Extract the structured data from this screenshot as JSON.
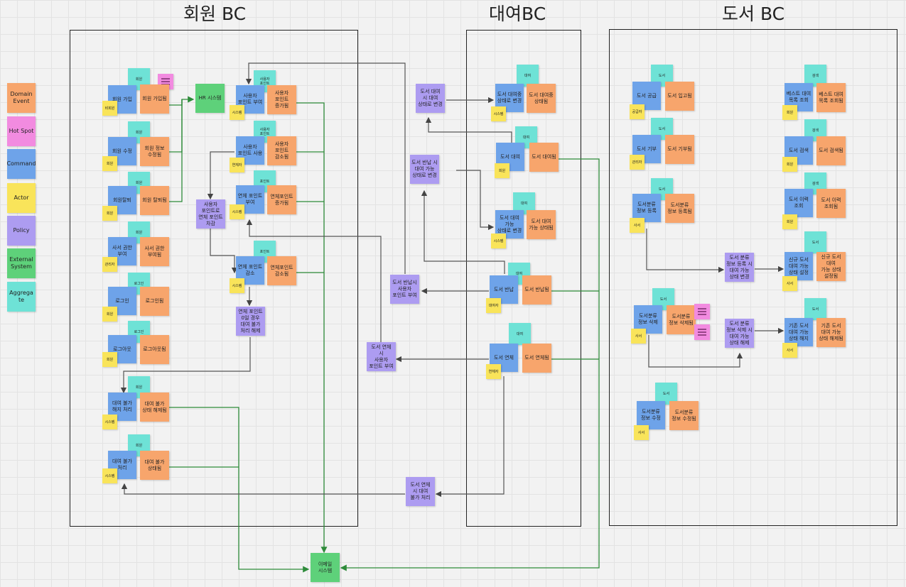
{
  "titles": {
    "member": "회원 BC",
    "rental": "대여BC",
    "book": "도서 BC"
  },
  "legend": {
    "domain_event": "Domain\nEvent",
    "hot_spot": "Hot Spot",
    "command": "Command",
    "actor": "Actor",
    "policy": "Policy",
    "external_system": "External\nSystem",
    "aggregate": "Aggrega\nte"
  },
  "external": {
    "hr": "HR 시스템",
    "email": "이메일\n시스템"
  },
  "member": {
    "agg": "회원",
    "signup": {
      "cmd": "회원 가입",
      "evt": "회원 가입됨",
      "actor": "비회원"
    },
    "edit": {
      "cmd": "회원 수정",
      "evt": "회원 정보\n수정됨",
      "actor": "회원"
    },
    "withdraw": {
      "cmd": "회원탈퇴",
      "evt": "회원 탈퇴됨",
      "actor": "회원"
    },
    "grant": {
      "cmd": "사서 권한\n부여",
      "evt": "사서 권한\n부여됨",
      "actor": "관리자"
    },
    "login": {
      "agg": "로그인",
      "cmd": "로그인",
      "evt": "로그인됨",
      "actor": "회원"
    },
    "logout": {
      "agg": "로그인",
      "cmd": "로그아웃",
      "evt": "로그아웃됨",
      "actor": "회원"
    },
    "unblock": {
      "cmd": "대여 불가\n해지 처리",
      "evt": "대여 불가\n상태 해제됨",
      "actor": "시스템"
    },
    "block": {
      "cmd": "대여 불가\n처리",
      "evt": "대여 불가\n상태됨",
      "actor": "시스템"
    }
  },
  "points": {
    "agg_user": "사용자\n포인트",
    "agg_overdue": "포인트",
    "give": {
      "cmd": "사용자\n포인트 부여",
      "evt": "사용자\n포인트\n증가됨",
      "actor": "시스템"
    },
    "use": {
      "cmd": "사용자\n포인트 사용",
      "evt": "사용자\n포인트\n감소됨",
      "actor": "연체자"
    },
    "overdue_give": {
      "cmd": "연체 포인트\n부여",
      "evt": "연체포인트\n증가됨",
      "actor": "시스템"
    },
    "overdue_dec": {
      "cmd": "연체 포인트\n감소",
      "evt": "연체포인트\n감소됨",
      "actor": "시스템"
    },
    "policy_deduct": "사용자\n포인트로\n연체 포인트\n차감",
    "policy_zero": "연체 포인트\n0일 경우\n대여 불가\n처리 해제"
  },
  "rental": {
    "agg": "대여",
    "in_rental": {
      "cmd": "도서 대여중\n상태로 변경",
      "evt": "도서 대여중\n상태됨",
      "actor": "시스템"
    },
    "rent": {
      "cmd": "도서 대여",
      "evt": "도서 대여됨",
      "actor": "회원"
    },
    "available": {
      "cmd": "도서 대여\n가능\n상태로 변경",
      "evt": "도서 대여\n가능 상태됨",
      "actor": "시스템"
    },
    "return": {
      "cmd": "도서 반납",
      "evt": "도서 반납됨",
      "actor": "대여자"
    },
    "overdue": {
      "cmd": "도서 연체",
      "evt": "도서 연체됨",
      "actor": "연체자"
    },
    "policy_rent": "도서 대여\n시 대여\n상태로 변경",
    "policy_return": "도서 반납 시\n대여 가능\n상태로 변경",
    "policy_return_point": "도서 반납시\n사용자\n포인트 부여",
    "policy_overdue_point": "도서 연체\n시\n사용자\n포인트 부여",
    "policy_overdue_block": "도서 연체\n시 대여\n불가 처리"
  },
  "book": {
    "agg": "도서",
    "agg_search": "검색",
    "supply": {
      "cmd": "도서 공급",
      "evt": "도서 입고됨",
      "actor": "공급자"
    },
    "donate": {
      "cmd": "도서 기부",
      "evt": "도서 기부됨",
      "actor": "관리자"
    },
    "register": {
      "cmd": "도서분류\n정보 등록",
      "evt": "도서분류\n정보 등록됨",
      "actor": "사서"
    },
    "delete": {
      "cmd": "도서분류\n정보 삭제",
      "evt": "도서분류\n정보 삭제됨",
      "actor": "사서"
    },
    "modify": {
      "cmd": "도서분류\n정보 수정",
      "evt": "도서분류\n정보 수정됨",
      "actor": "사서"
    },
    "best": {
      "cmd": "베스트 대여\n목록 조회",
      "evt": "베스트 대여\n목록 조회됨",
      "actor": "회원"
    },
    "search": {
      "cmd": "도서 검색",
      "evt": "도서 검색됨",
      "actor": "회원"
    },
    "history": {
      "cmd": "도서 이력\n조회",
      "evt": "도서 이력\n조회됨",
      "actor": "회원"
    },
    "new_avail": {
      "cmd": "신규 도서\n대여 가능\n상태 설정",
      "evt": "신규 도서\n대여\n가능 상태\n설정됨",
      "actor": "사서"
    },
    "old_release": {
      "cmd": "기존 도서\n대여 가능\n상태 해지",
      "evt": "기존 도서\n대여 가능\n상태 해제됨",
      "actor": "사서"
    },
    "policy_register": "도서 분류\n정보 등록 시\n대여 가능\n상태 변경",
    "policy_delete": "도서 분류\n정보 삭제 시\n대여 가능\n상태 해제"
  }
}
